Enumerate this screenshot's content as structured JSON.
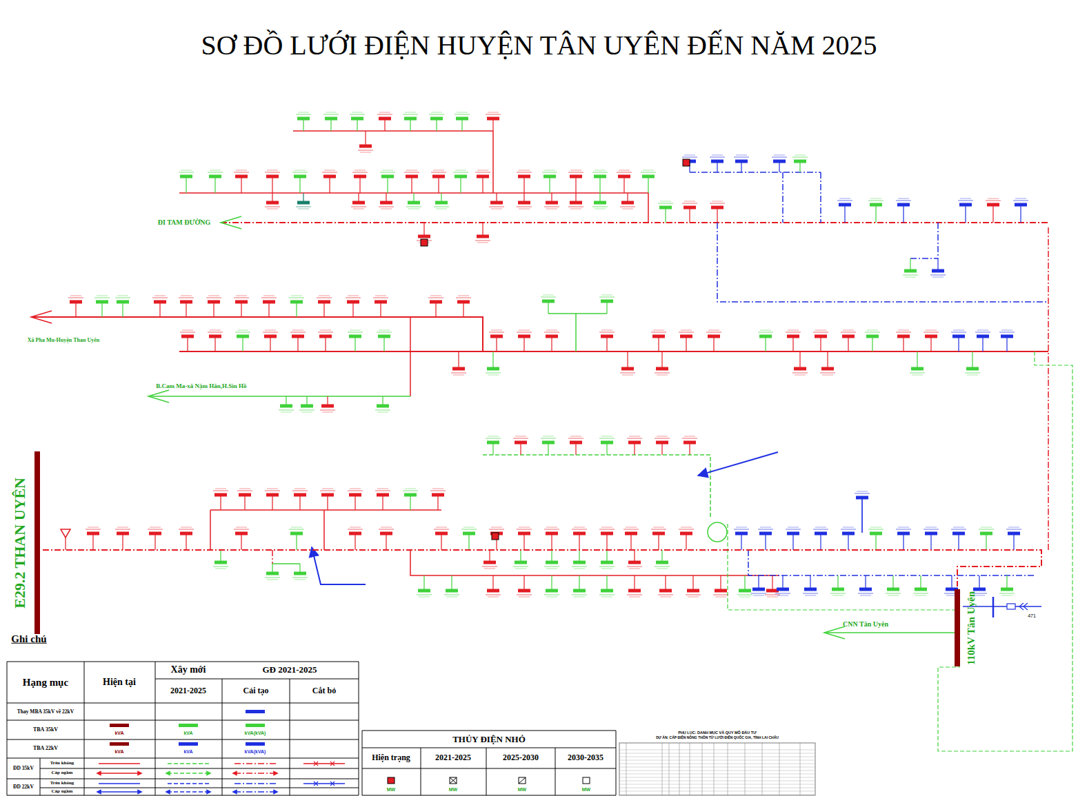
{
  "diagram": {
    "title": "SƠ ĐỒ LƯỚI ĐIỆN HUYỆN TÂN UYÊN ĐẾN NĂM 2025",
    "nodes": [
      {
        "text": [
          "E29.2 THAN UYÊN"
        ]
      },
      {
        "text": [
          "110kV Tân Uyên"
        ]
      }
    ],
    "edges": [
      {
        "from": 0,
        "to": 1,
        "arrow": "none"
      }
    ],
    "labels": [
      "ĐI TAM ĐƯỜNG",
      "Xã Pha Mu-Huyện Than Uyên",
      "B.Cam Ma-xã Nậm Hãn,H.Sìn Hồ",
      "CNN Tân Uyên",
      "471",
      "Ghi chú",
      "Hạng mục",
      "Hiện tại",
      "Xây mới",
      "2021-2025",
      "GĐ 2021-2025",
      "Cải tạo",
      "Cắt bỏ",
      "ĐD 35kV",
      "ĐD 22kV",
      "kVA",
      "kVA",
      "kVA",
      "kVA",
      "kVA(kVA)",
      "kVA(kVA)",
      "THỦY ĐIỆN NHỎ",
      "Hiện trạng",
      "2021-2025",
      "2025-2030",
      "2030-2035",
      "MW",
      "MW",
      "MW",
      "MW",
      "PHỤ LỤC: DANH MỤC VÀ QUY MÔ ĐẦU TƯ",
      "DỰ ÁN: CẤP ĐIỆN NÔNG THÔN TỪ LƯỚI ĐIỆN QUỐC GIA, TỈNH LAI CHÂU"
    ],
    "legend": [
      {
        "text": "Thay MBA 35kV về 22kV"
      },
      {
        "text": "TBA 35kV"
      },
      {
        "text": "TBA 22kV"
      },
      {
        "text": "Trên không"
      },
      {
        "text": "Cáp ngầm"
      },
      {
        "text": "Trên không"
      },
      {
        "text": "Cáp ngầm"
      }
    ]
  }
}
